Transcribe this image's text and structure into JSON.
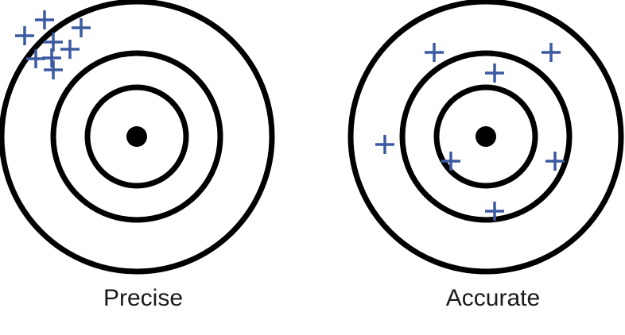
{
  "targets": [
    {
      "label": "Precise",
      "ring_color": "#000000",
      "marker_color": "#3B5AA0",
      "marker_shape": "plus-icon",
      "hit_count": 8
    },
    {
      "label": "Accurate",
      "ring_color": "#000000",
      "marker_color": "#3B5AA0",
      "marker_shape": "plus-icon",
      "hit_count": 7
    }
  ]
}
